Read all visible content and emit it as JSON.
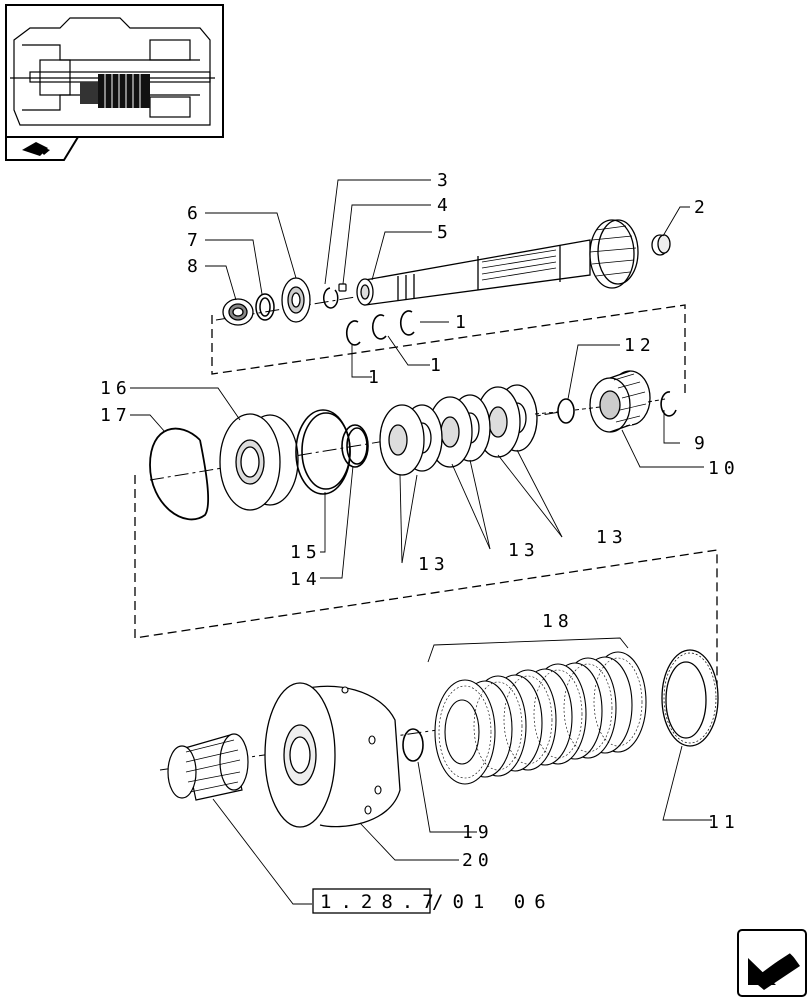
{
  "labels": {
    "p1a": "1",
    "p1b": "1",
    "p1c": "1",
    "p2": "2",
    "p3": "3",
    "p4": "4",
    "p5": "5",
    "p6": "6",
    "p7": "7",
    "p8": "8",
    "p9": "9",
    "p10": "10",
    "p11": "11",
    "p12": "12",
    "p13a": "13",
    "p13b": "13",
    "p13c": "13",
    "p14": "14",
    "p15": "15",
    "p16": "16",
    "p17": "17",
    "p18": "18",
    "p19": "19",
    "p20": "20"
  },
  "reference": {
    "boxed": "1.28.7",
    "suffix": "/01 06"
  },
  "icons": {
    "thumbnail": "transmission-location-thumbnail",
    "nav_back": "previous-page-arrow-icon",
    "nav_next": "next-page-arrow-icon"
  }
}
